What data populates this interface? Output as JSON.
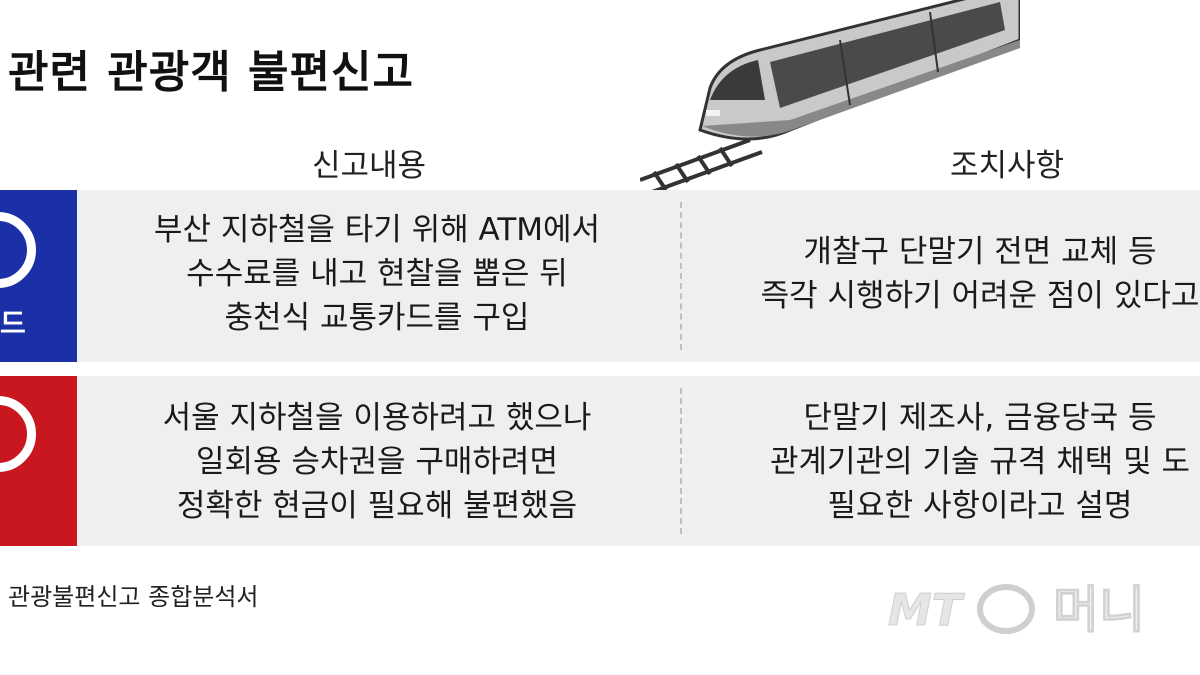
{
  "title": "관련 관광객 불편신고",
  "headers": {
    "report": "신고내용",
    "action": "조치사항"
  },
  "rows": [
    {
      "badge_color": "#1b2fa6",
      "badge_label": "드",
      "report_lines": [
        "부산 지하철을 타기 위해 ATM에서",
        "수수료를 내고 현찰을 뽑은 뒤",
        "충천식 교통카드를 구입"
      ],
      "action_lines": [
        "개찰구 단말기 전면 교체 등",
        "즉각 시행하기 어려운 점이 있다고"
      ]
    },
    {
      "badge_color": "#c8171e",
      "badge_label": "",
      "report_lines": [
        "서울 지하철을 이용하려고 했으나",
        "일회용 승차권을 구매하려면",
        "정확한 현금이 필요해 불편했음"
      ],
      "action_lines": [
        "단말기 제조사, 금융당국 등",
        "관계기관의 기술 규격 채택 및 도",
        "필요한 사항이라고 설명"
      ]
    }
  ],
  "source": "관광불편신고 종합분석서",
  "watermark": {
    "logo": "MT",
    "brand": "머니"
  },
  "icons": [
    "train-illustration",
    "badge-circle-icon",
    "mt-logo-icon"
  ]
}
